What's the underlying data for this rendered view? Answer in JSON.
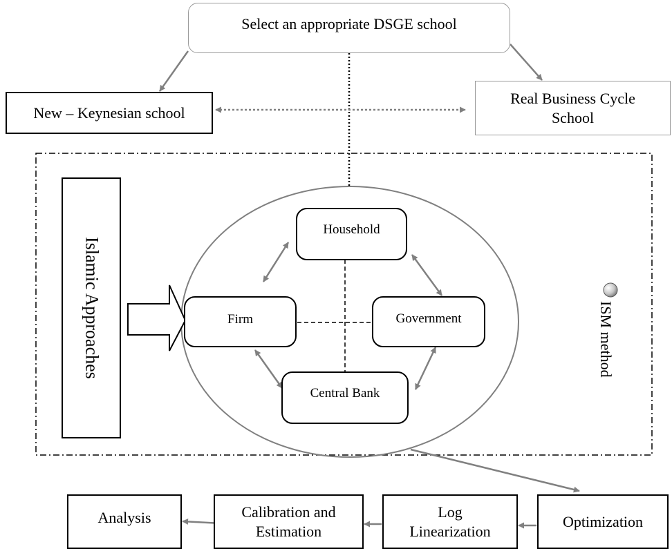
{
  "nodes": {
    "select_school": "Select an appropriate DSGE school",
    "new_keynesian": "New – Keynesian school",
    "real_business_cycle": "Real Business Cycle School",
    "islamic_approaches": "Islamic Approaches",
    "household": "Household",
    "firm": "Firm",
    "government": "Government",
    "central_bank": "Central Bank",
    "ism_method": "ISM method",
    "optimization": "Optimization",
    "log_linearization": "Log Linearization",
    "calibration_estimation": "Calibration and Estimation",
    "analysis": "Analysis"
  },
  "colors": {
    "arrow": "#808080",
    "outline": "#000000",
    "soft_outline": "#9a9a9a"
  }
}
